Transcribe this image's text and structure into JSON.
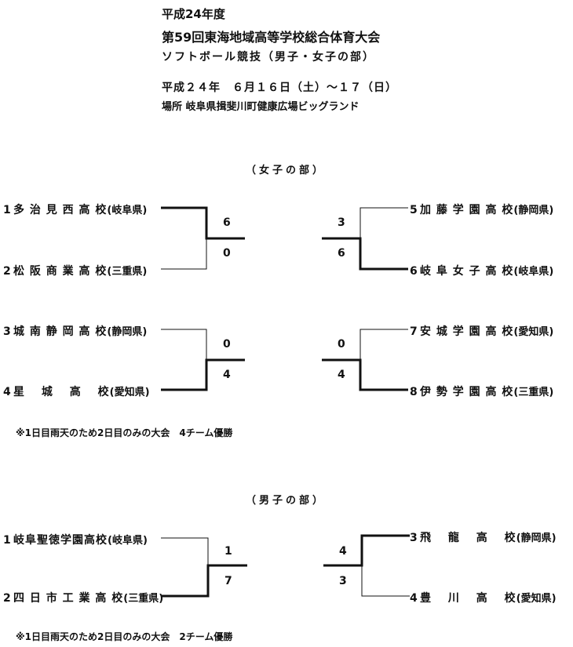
{
  "header": {
    "line1": "平成24年度",
    "line2": "第59回東海地域高等学校総合体育大会",
    "line3": "ソフトボール競技（男子・女子の部）",
    "line4": "平成２４年　６月１６日（土）～１７（日）",
    "line5": "場所 岐阜県揖斐川町健康広場ビッグランド"
  },
  "women": {
    "title": "（女子の部）",
    "teams": [
      {
        "seed": "1",
        "name": "多 治 見 西 高 校",
        "pref": "(岐阜県)"
      },
      {
        "seed": "2",
        "name": "松 阪 商 業 高 校",
        "pref": "(三重県)"
      },
      {
        "seed": "3",
        "name": "城 南 静 岡 高 校",
        "pref": "(静岡県)"
      },
      {
        "seed": "4",
        "name": "星　 城　 高　 校",
        "pref": "(愛知県)"
      },
      {
        "seed": "5",
        "name": "加 藤 学 園 高 校",
        "pref": "(静岡県)"
      },
      {
        "seed": "6",
        "name": "岐 阜 女 子 高 校",
        "pref": "(岐阜県)"
      },
      {
        "seed": "7",
        "name": "安 城 学 園 高 校",
        "pref": "(愛知県)"
      },
      {
        "seed": "8",
        "name": "伊 勢 学 園 高 校",
        "pref": "(三重県)"
      }
    ],
    "scores": {
      "m1_top": "6",
      "m1_bottom": "0",
      "m2_top": "0",
      "m2_bottom": "4",
      "m3_top": "3",
      "m3_bottom": "6",
      "m4_top": "0",
      "m4_bottom": "4"
    },
    "note": "※1日目雨天のため2日目のみの大会　4チーム優勝"
  },
  "men": {
    "title": "（男子の部）",
    "teams": [
      {
        "seed": "1",
        "name": "岐阜聖徳学園高校",
        "pref": "(岐阜県)"
      },
      {
        "seed": "2",
        "name": "四 日 市 工 業 高 校",
        "pref": "(三重県)"
      },
      {
        "seed": "3",
        "name": "飛　 龍　 高　 校",
        "pref": "(静岡県)"
      },
      {
        "seed": "4",
        "name": "豊　 川　 高　 校",
        "pref": "(愛知県)"
      }
    ],
    "scores": {
      "m1_top": "1",
      "m1_bottom": "7",
      "m2_top": "4",
      "m2_bottom": "3"
    },
    "note": "※1日目雨天のため2日目のみの大会　2チーム優勝"
  }
}
